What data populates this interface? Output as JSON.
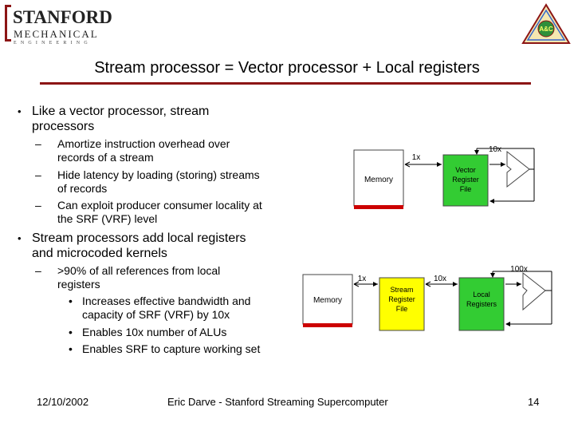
{
  "logo": {
    "line1": "STANFORD",
    "line2": "MECHANICAL",
    "line3": "ENGINEERING"
  },
  "emblem": {
    "label": "A&C"
  },
  "title": "Stream processor = Vector processor + Local registers",
  "bullets": [
    {
      "text": "Like a vector processor, stream processors",
      "lines": [
        "Like a vector processor, stream",
        "processors"
      ],
      "sub": [
        {
          "lines": [
            "Amortize instruction overhead over",
            "records of a stream"
          ]
        },
        {
          "lines": [
            "Hide latency by loading (storing) streams",
            "of records"
          ]
        },
        {
          "lines": [
            "Can exploit producer consumer locality at",
            "the SRF (VRF) level"
          ]
        }
      ]
    },
    {
      "lines": [
        "Stream processors add local registers",
        "and microcoded kernels"
      ],
      "sub": [
        {
          "lines": [
            ">90% of all references from local",
            "registers"
          ],
          "sub": [
            {
              "lines": [
                "Increases effective bandwidth and",
                "capacity of SRF (VRF) by 10x"
              ]
            },
            {
              "lines": [
                "Enables 10x number of ALUs"
              ]
            },
            {
              "lines": [
                "Enables SRF to capture working set"
              ]
            }
          ]
        }
      ]
    }
  ],
  "bullet_symbol": "•",
  "dash_symbol": "–",
  "diagram1": {
    "memory": "Memory",
    "vrf": [
      "Vector",
      "Register",
      "File"
    ],
    "bw_memory": "1x",
    "bw_alu": "10x"
  },
  "diagram2": {
    "memory": "Memory",
    "srf": [
      "Stream",
      "Register",
      "File"
    ],
    "lrf": [
      "Local",
      "Registers"
    ],
    "bw_memory": "1x",
    "bw_srf": "10x",
    "bw_alu": "100x"
  },
  "footer": {
    "date": "12/10/2002",
    "center": "Eric Darve - Stanford Streaming Supercomputer",
    "page": "14"
  },
  "colors": {
    "rule": "#8c1515",
    "green": "#33cc33",
    "yellow": "#ffff00",
    "memory_bar": "#cc0000"
  }
}
